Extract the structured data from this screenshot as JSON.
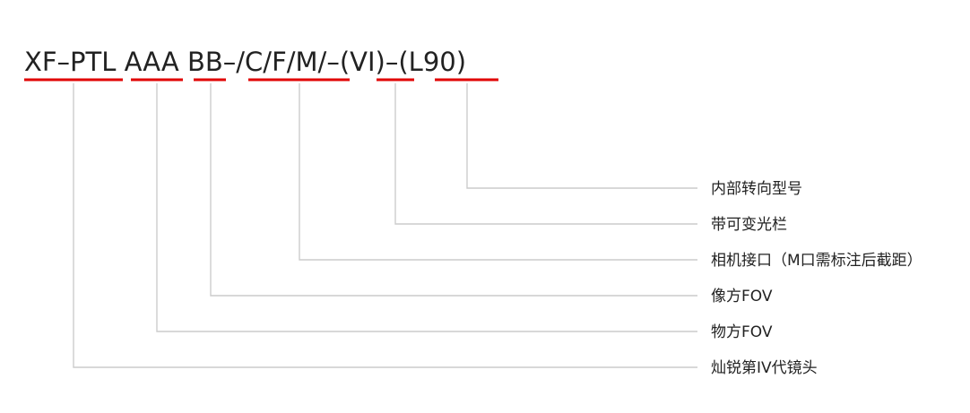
{
  "colors": {
    "underline": "#e00000",
    "leader": "#cccccc",
    "text": "#222222"
  },
  "code": {
    "segments": [
      {
        "id": "seg-xfptl",
        "text": "XF–PTL"
      },
      {
        "id": "seg-space1",
        "text": " "
      },
      {
        "id": "seg-aaa",
        "text": "AAA"
      },
      {
        "id": "seg-space2",
        "text": " "
      },
      {
        "id": "seg-bb",
        "text": "BB"
      },
      {
        "id": "seg-dash1",
        "text": "–"
      },
      {
        "id": "seg-mount",
        "text": "/C/F/M/"
      },
      {
        "id": "seg-dash2",
        "text": "–"
      },
      {
        "id": "seg-vi",
        "text": "(VI)"
      },
      {
        "id": "seg-dash3",
        "text": "–"
      },
      {
        "id": "seg-l90",
        "text": "(L90)"
      }
    ]
  },
  "labels": [
    {
      "id": "label-internal-turn",
      "text": "内部转向型号"
    },
    {
      "id": "label-aperture",
      "text": "带可变光栏"
    },
    {
      "id": "label-camera-mount",
      "text": "相机接口（M口需标注后截距）"
    },
    {
      "id": "label-image-fov",
      "text": "像方FOV"
    },
    {
      "id": "label-object-fov",
      "text": "物方FOV"
    },
    {
      "id": "label-generation",
      "text": "灿锐第IV代镜头"
    }
  ]
}
